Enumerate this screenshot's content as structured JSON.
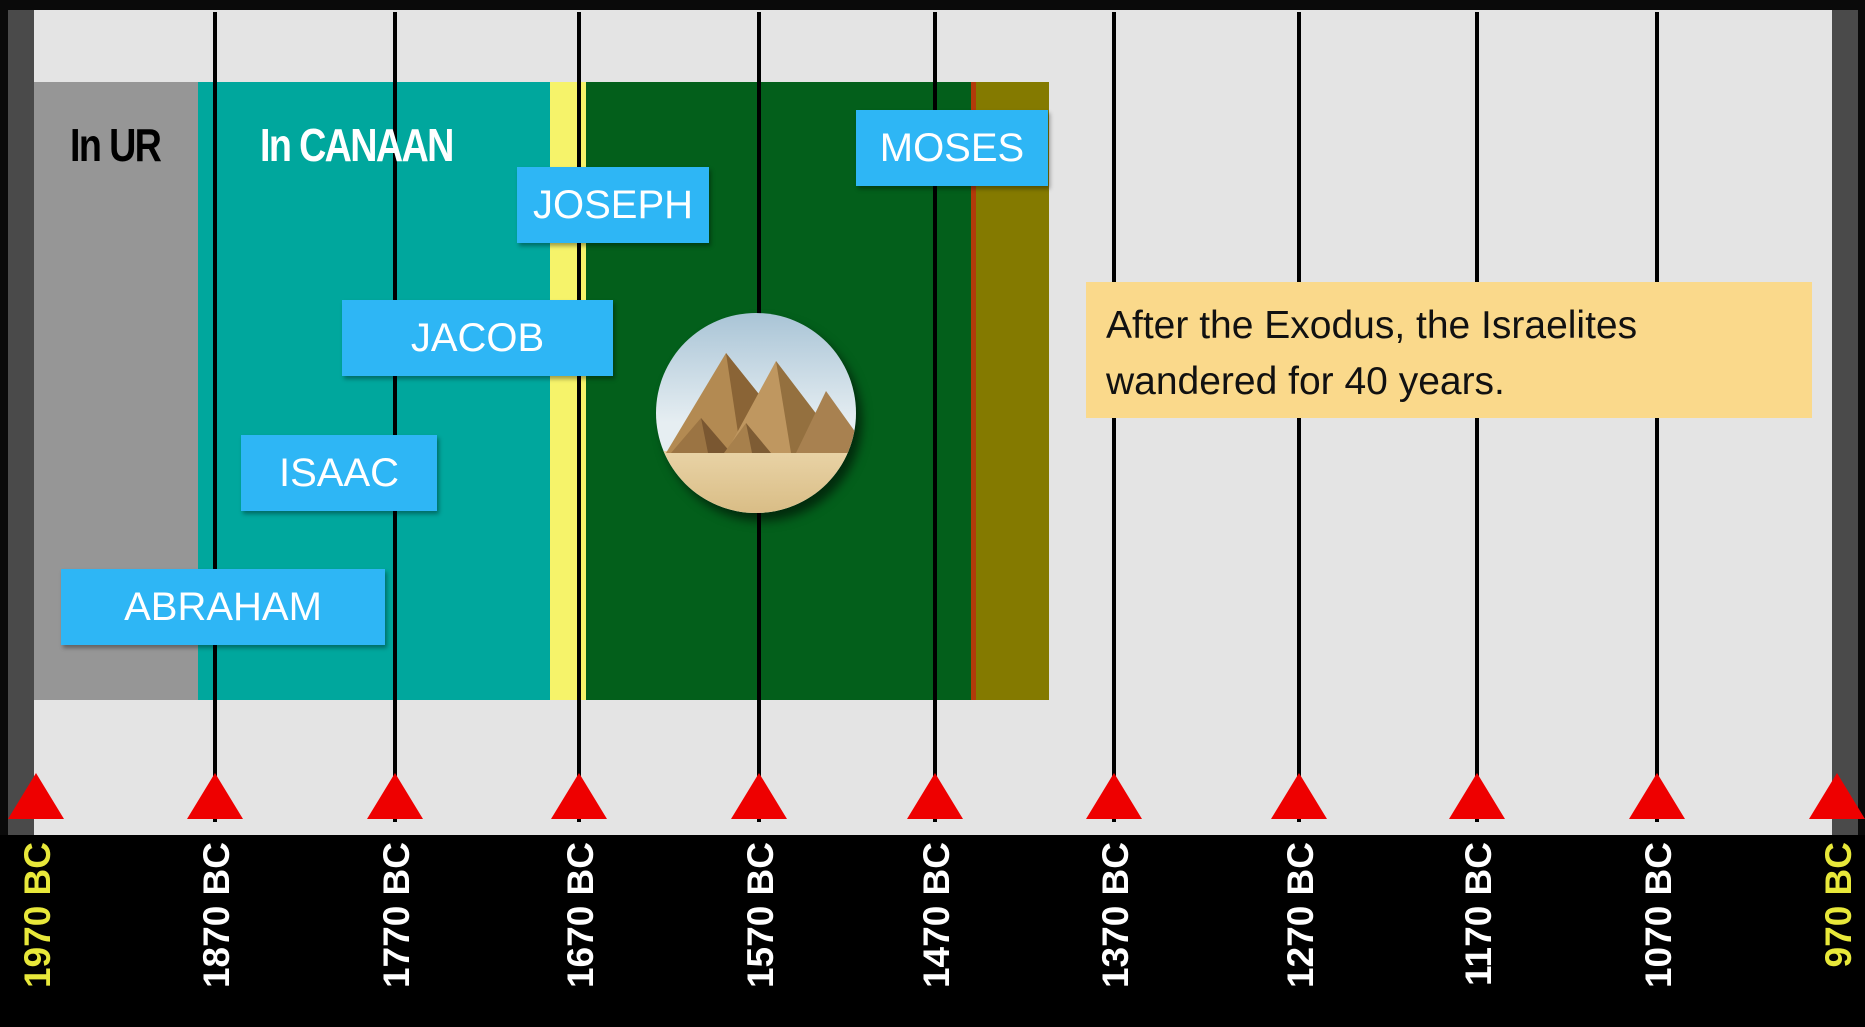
{
  "timeline": {
    "ticks": [
      "1970 BC",
      "1870 BC",
      "1770 BC",
      "1670 BC",
      "1570 BC",
      "1470 BC",
      "1370 BC",
      "1270 BC",
      "1170 BC",
      "1070 BC",
      "970 BC"
    ],
    "tick_colors": {
      "edge": "#e8e83a",
      "inner": "#ffffff"
    }
  },
  "regions": {
    "ur": {
      "label": "In UR",
      "color": "#969696"
    },
    "canaan": {
      "label": "In CANAAN",
      "color": "#00a79d"
    },
    "famine": {
      "color": "#f6f36a"
    },
    "egypt": {
      "color": "#035f1b"
    },
    "wilderness": {
      "color": "#847a00"
    }
  },
  "people": {
    "abraham": "ABRAHAM",
    "isaac": "ISAAC",
    "jacob": "JACOB",
    "joseph": "JOSEPH",
    "moses": "MOSES"
  },
  "note": {
    "line1": "After the Exodus, the Israelites",
    "line2": "wandered for 40 years."
  },
  "colors": {
    "person_box": "#2eb6f5",
    "note_box": "#fad98b",
    "marker": "#ee0000"
  },
  "icons": {
    "pyramids": "pyramids-of-giza-image"
  }
}
